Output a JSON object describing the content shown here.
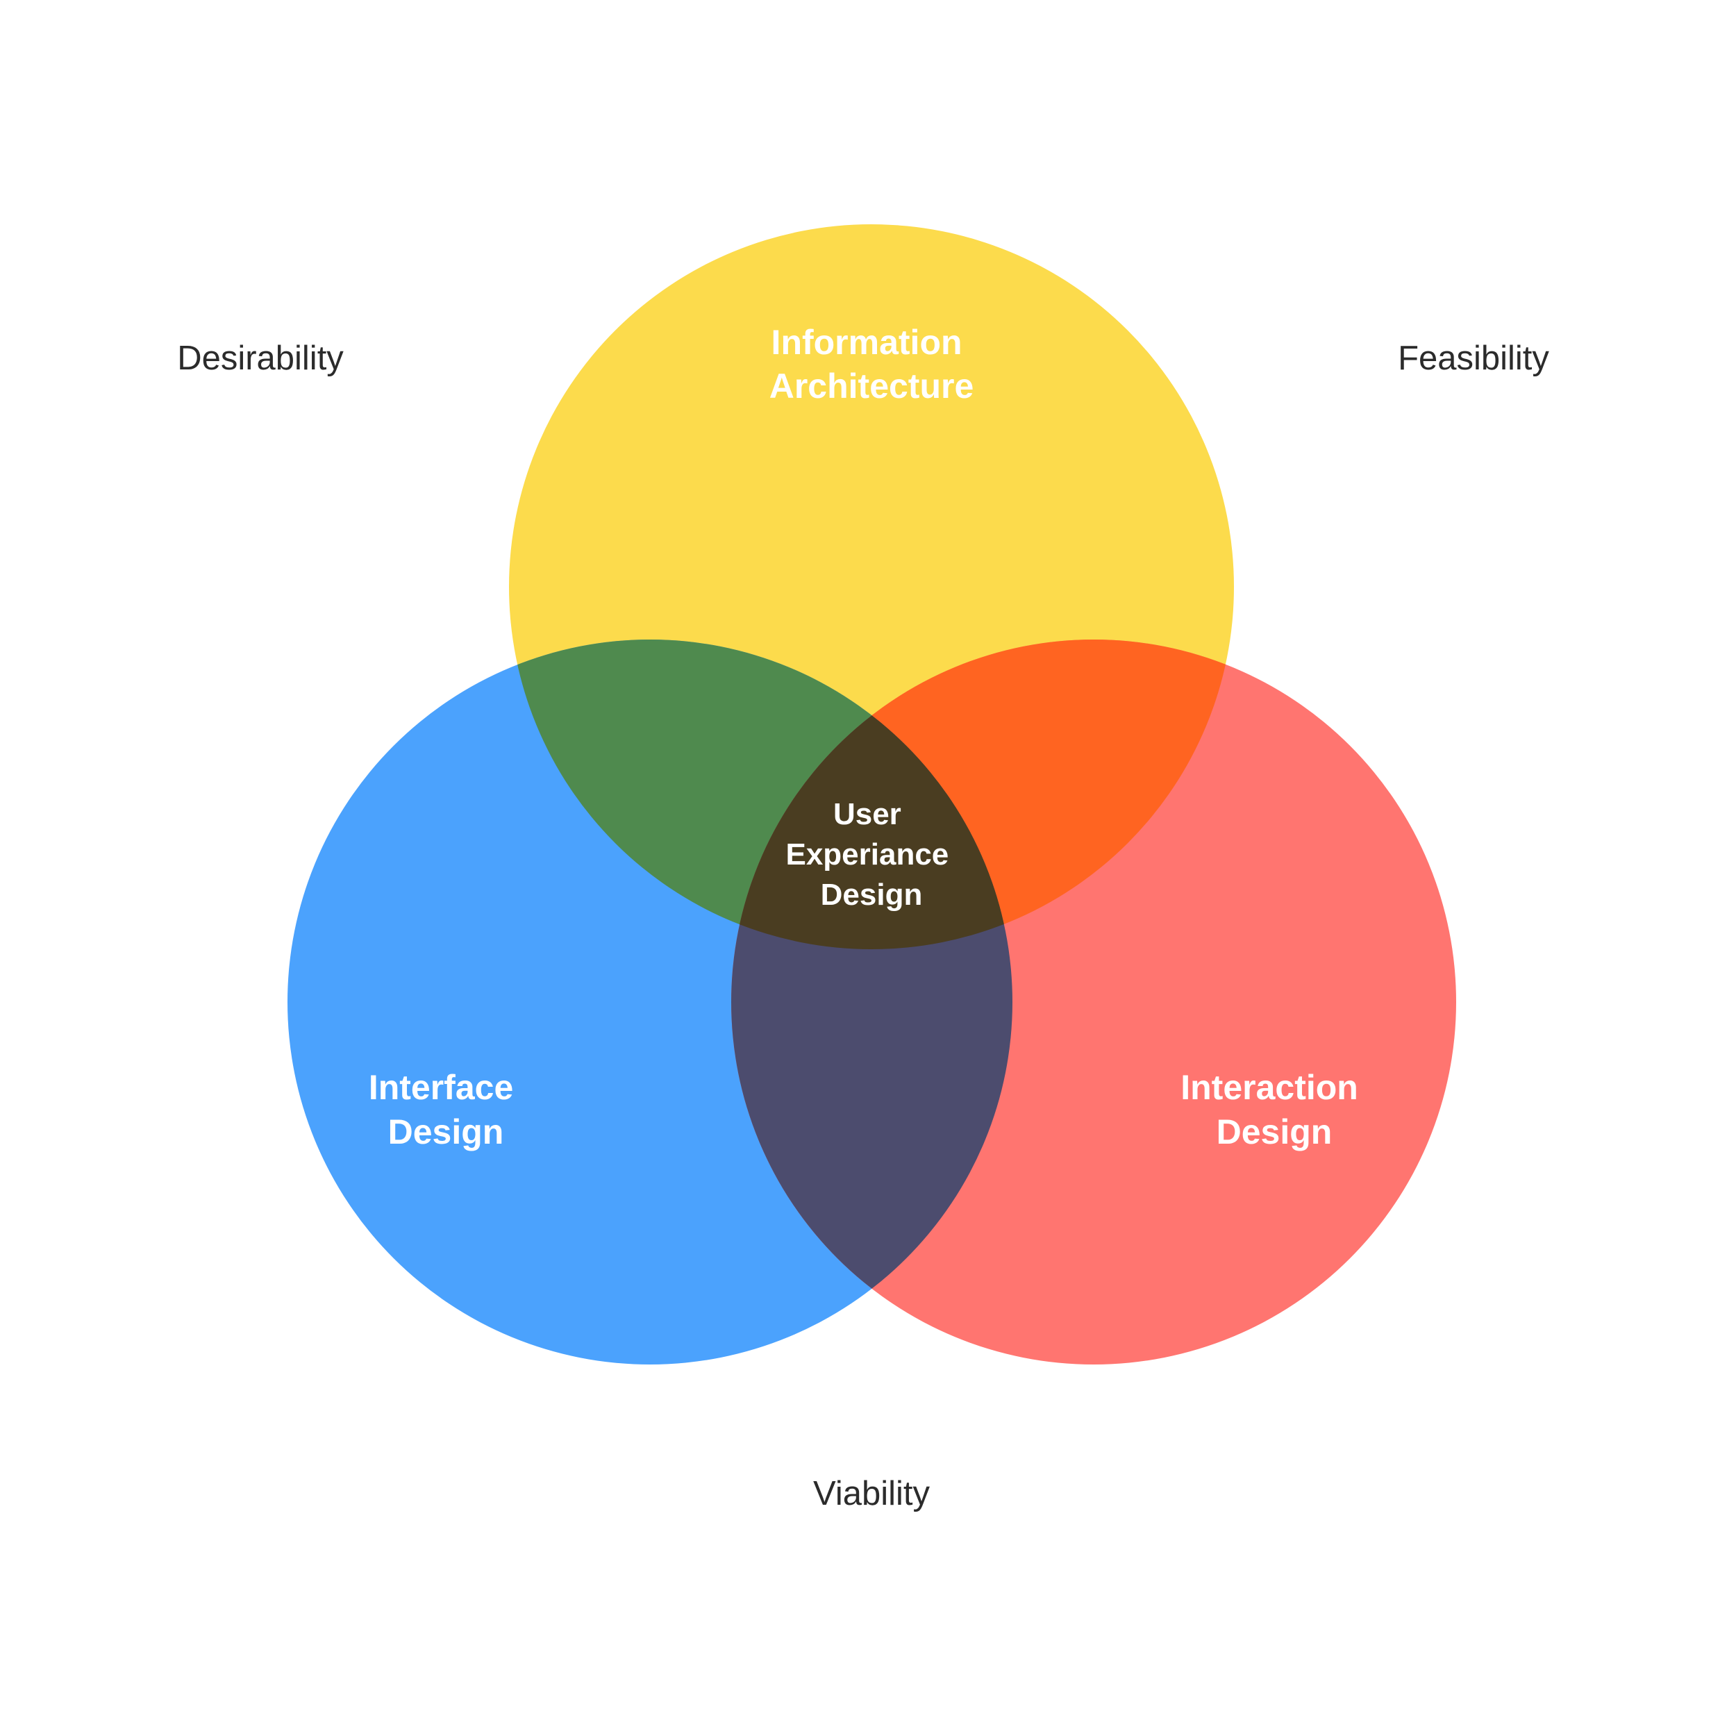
{
  "diagram": {
    "type": "venn",
    "outer_labels": {
      "top_left": "Desirability",
      "top_right": "Feasibility",
      "bottom": "Viability"
    },
    "sets": [
      {
        "id": "top",
        "label_lines": [
          "Information",
          "Architecture"
        ],
        "color": "#FCDB4C"
      },
      {
        "id": "left",
        "label_lines": [
          "Interface",
          "Design"
        ],
        "color": "#4BA2FD"
      },
      {
        "id": "right",
        "label_lines": [
          "Interaction",
          "Design"
        ],
        "color": "#FF7570"
      }
    ],
    "intersections": {
      "top_left": {
        "color": "#4F8A4E"
      },
      "top_right": {
        "color": "#FF6421"
      },
      "left_right": {
        "color": "#4C4C6E"
      },
      "center": {
        "color": "#4A3D21",
        "label_lines": [
          "User",
          "Experiance",
          "Design"
        ]
      }
    }
  }
}
